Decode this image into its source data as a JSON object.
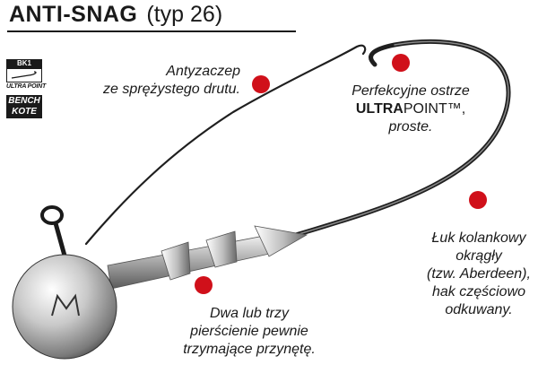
{
  "title": {
    "bold": "ANTI-SNAG",
    "normal": "(typ 26)"
  },
  "badge": {
    "code": "BK1",
    "line1": "ULTRA POINT",
    "line2": "BENCH",
    "line3": "KOTE"
  },
  "callouts": {
    "antisnag": {
      "line1": "Antyzaczep",
      "line2": "ze sprężystego drutu."
    },
    "point": {
      "line1": "Perfekcyjne ostrze",
      "line2_bold": "ULTRA",
      "line2_rest": "POINT™,",
      "line3": "proste."
    },
    "bend": {
      "line1": "Łuk kolankowy",
      "line2": "okrągły",
      "line3": "(tzw. Aberdeen),",
      "line4": "hak częściowo",
      "line5": "odkuwany."
    },
    "rings": {
      "line1": "Dwa lub trzy",
      "line2": "pierścienie pewnie",
      "line3": "trzymające przynętę."
    }
  },
  "colors": {
    "dot": "#d0101a",
    "ink": "#1a1a1a"
  }
}
